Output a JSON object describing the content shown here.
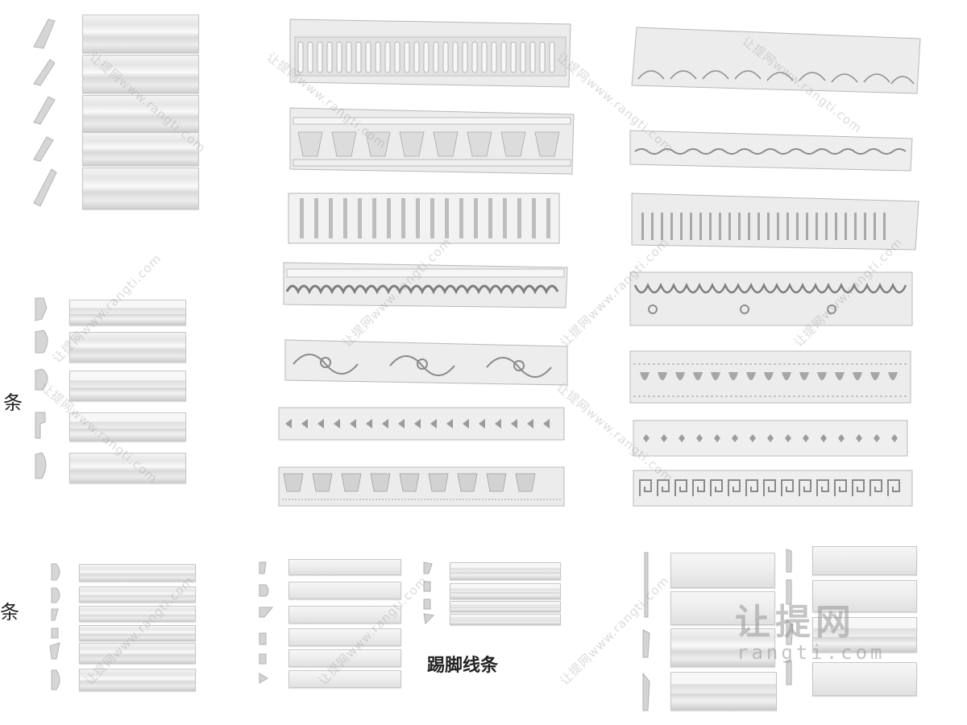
{
  "labels": {
    "side_label_top": "条",
    "side_label_bottom": "条",
    "skirting_label": "踢脚线条"
  },
  "watermark": {
    "text": "让提网www.rangti.com",
    "logo_cn": "让提网",
    "logo_en": "rangti.com"
  },
  "colors": {
    "background": "#ffffff",
    "moulding": "#e8e8e8",
    "label": "#222222"
  }
}
